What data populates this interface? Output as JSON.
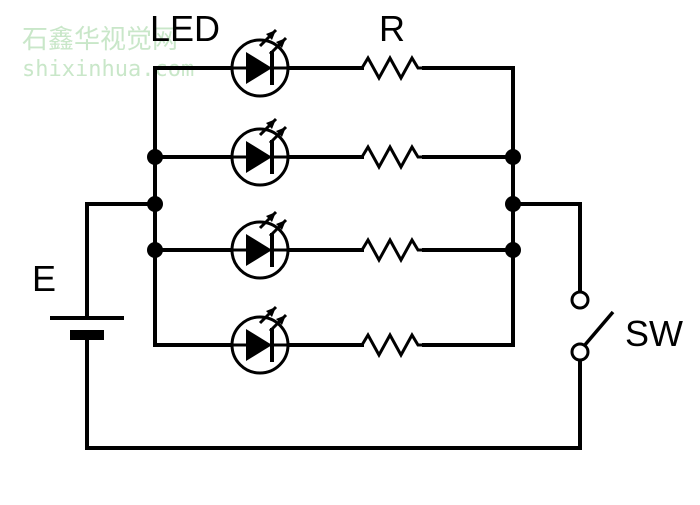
{
  "watermark": {
    "line1": "石鑫华视觉网",
    "line2": "shixinhua.com",
    "color": "#c9e7c9"
  },
  "labels": {
    "led": "LED",
    "resistor": "R",
    "battery": "E",
    "switch": "SW"
  },
  "colors": {
    "ink": "#000000",
    "background": "#ffffff"
  }
}
